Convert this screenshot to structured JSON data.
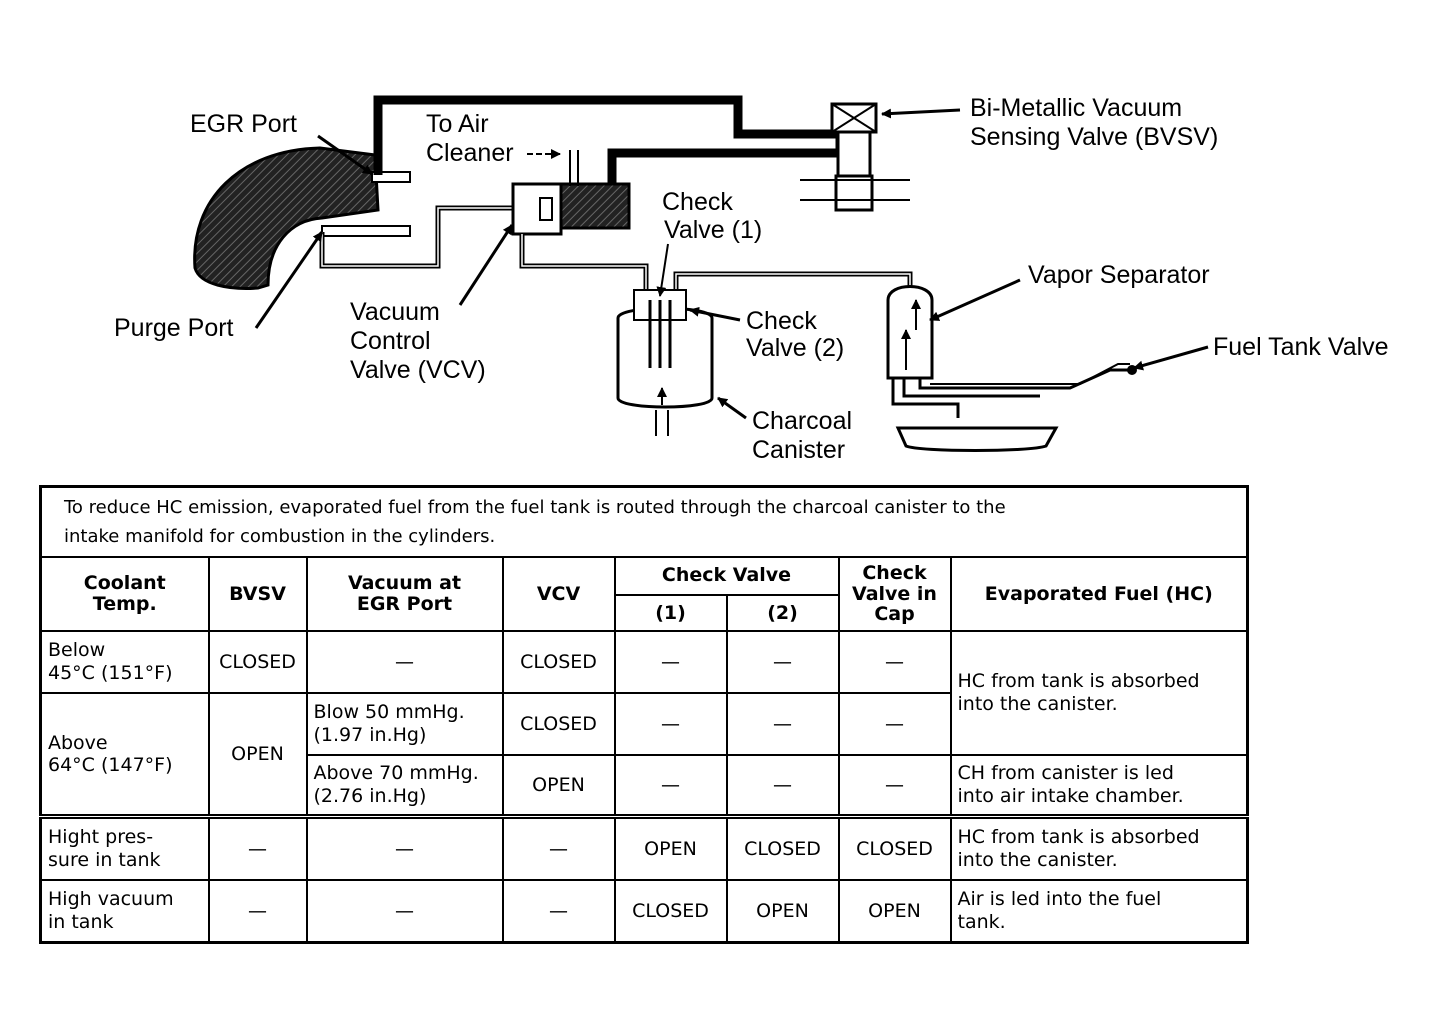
{
  "diagram": {
    "labels": {
      "egr_port": "EGR Port",
      "to_air_cleaner_1": "To Air",
      "to_air_cleaner_2": "Cleaner",
      "bvsv_1": "Bi-Metallic Vacuum",
      "bvsv_2": "Sensing Valve (BVSV)",
      "check_valve_1_a": "Check",
      "check_valve_1_b": "Valve (1)",
      "vapor_separator": "Vapor Separator",
      "check_valve_2_a": "Check",
      "check_valve_2_b": "Valve (2)",
      "fuel_tank_valve": "Fuel Tank Valve",
      "purge_port": "Purge Port",
      "vcv_1": "Vacuum",
      "vcv_2": "Control",
      "vcv_3": "Valve (VCV)",
      "canister_1": "Charcoal",
      "canister_2": "Canister"
    }
  },
  "table": {
    "intro_line1": "To reduce HC emission, evaporated fuel from the fuel tank is routed through the charcoal canister to the",
    "intro_line2": "intake manifold for combustion in the cylinders.",
    "headers": {
      "coolant_1": "Coolant",
      "coolant_2": "Temp.",
      "bvsv": "BVSV",
      "vacuum_1": "Vacuum at",
      "vacuum_2": "EGR Port",
      "vcv": "VCV",
      "check_valve": "Check Valve",
      "cv1": "(1)",
      "cv2": "(2)",
      "cap_1": "Check",
      "cap_2": "Valve in",
      "cap_3": "Cap",
      "evap": "Evaporated Fuel (HC)"
    },
    "rows": {
      "r1": {
        "temp_1": "Below",
        "temp_2": "45°C (151°F)",
        "bvsv": "CLOSED",
        "vacuum": "—",
        "vcv": "CLOSED",
        "cv1": "—",
        "cv2": "—",
        "cap": "—"
      },
      "r2": {
        "vacuum_1": "Blow 50 mmHg.",
        "vacuum_2": "(1.97 in.Hg)",
        "vcv": "CLOSED",
        "cv1": "—",
        "cv2": "—",
        "cap": "—"
      },
      "above_temp_1": "Above",
      "above_temp_2": "64°C (147°F)",
      "above_bvsv": "OPEN",
      "evap_r1_r2_1": "HC from tank is absorbed",
      "evap_r1_r2_2": "into the canister.",
      "r3": {
        "vacuum_1": "Above 70 mmHg.",
        "vacuum_2": "(2.76 in.Hg)",
        "vcv": "OPEN",
        "cv1": "—",
        "cv2": "—",
        "cap": "—",
        "evap_1": "CH from canister is led",
        "evap_2": "into air intake chamber."
      },
      "r4": {
        "cond_1": "Hight pres-",
        "cond_2": "sure in tank",
        "bvsv": "—",
        "vacuum": "—",
        "vcv": "—",
        "cv1": "OPEN",
        "cv2": "CLOSED",
        "cap": "CLOSED",
        "evap_1": "HC from tank is absorbed",
        "evap_2": "into the canister."
      },
      "r5": {
        "cond_1": "High vacuum",
        "cond_2": "in tank",
        "bvsv": "—",
        "vacuum": "—",
        "vcv": "—",
        "cv1": "CLOSED",
        "cv2": "OPEN",
        "cap": "OPEN",
        "evap_1": "Air is led into the fuel",
        "evap_2": "tank."
      }
    }
  }
}
